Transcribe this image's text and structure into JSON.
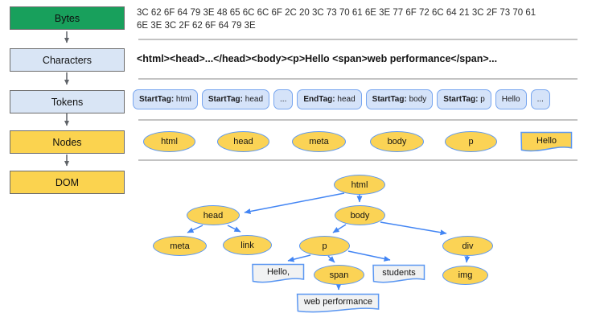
{
  "colors": {
    "step_green": "#18a05c",
    "step_light_blue": "#d9e5f5",
    "step_yellow": "#fbd34f",
    "token_fill": "#d5e3f9",
    "token_border": "#78a6ef",
    "node_fill_yellow": "#fbd355",
    "node_border_blue": "#5b97f2",
    "text_node_fill": "#f1f2f3",
    "tree_arrow_blue": "#4285f4",
    "flow_arrow_gray": "#5f6368",
    "separator_gray": "#c3c3c3"
  },
  "pipeline": {
    "steps": [
      {
        "label": "Bytes"
      },
      {
        "label": "Characters"
      },
      {
        "label": "Tokens"
      },
      {
        "label": "Nodes"
      },
      {
        "label": "DOM"
      }
    ]
  },
  "bytes": {
    "line1": "3C 62 6F 64 79 3E 48 65 6C 6C 6F 2C 20 3C 73 70 61 6E 3E 77 6F 72 6C 64 21 3C 2F 73 70 61",
    "line2": "6E 3E 3C 2F 62 6F 64 79 3E"
  },
  "characters": {
    "text": "<html><head>...</head><body><p>Hello <span>web performance</span>..."
  },
  "tokens": {
    "items": [
      {
        "bold": "StartTag:",
        "text": " html"
      },
      {
        "bold": "StartTag:",
        "text": " head"
      },
      {
        "bold": "",
        "text": "..."
      },
      {
        "bold": "EndTag:",
        "text": " head"
      },
      {
        "bold": "StartTag:",
        "text": " body"
      },
      {
        "bold": "StartTag:",
        "text": " p"
      },
      {
        "bold": "",
        "text": "Hello"
      },
      {
        "bold": "",
        "text": "..."
      }
    ]
  },
  "nodes_row": {
    "ellipses": [
      "html",
      "head",
      "meta",
      "body",
      "p"
    ],
    "text_node": "Hello"
  },
  "dom_tree": {
    "elements": {
      "html": "html",
      "head": "head",
      "body": "body",
      "meta": "meta",
      "link": "link",
      "p": "p",
      "div": "div",
      "span": "span",
      "img": "img"
    },
    "text_nodes": {
      "hello": "Hello,",
      "students": "students",
      "web_performance": "web performance"
    }
  }
}
